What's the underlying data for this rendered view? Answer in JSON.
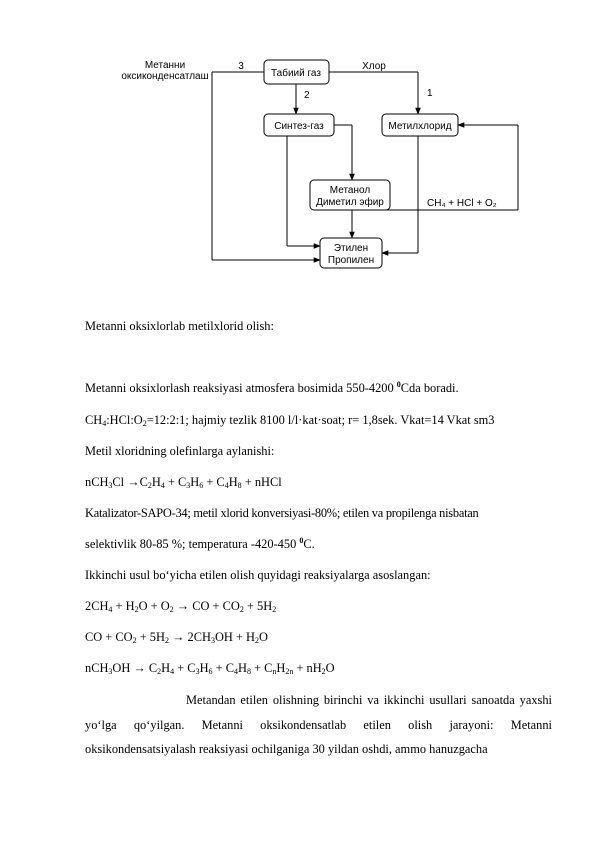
{
  "diagram": {
    "nodes": {
      "natural_gas": "Табиий газ",
      "syngas": "Синтез-газ",
      "methyl_chloride": "Метилхлорид",
      "methanol_1": "Метанол",
      "methanol_2": "Диметил эфир",
      "olefins_1": "Этилен",
      "olefins_2": "Пропилен"
    },
    "labels": {
      "ocm_1": "Метанни",
      "ocm_2": "оксиконденсатлаш",
      "route_3": "3",
      "chlorine": "Хлор",
      "route_2": "2",
      "route_1": "1",
      "recycle": "CH₄ + HCl + O₂"
    }
  },
  "text": {
    "heading": "Metanni oksixlorlab metilxlorid olish:",
    "p1_a": "Metanni oksixlorlash reaksiyasi atmosfera bosimida 550-4200 ",
    "p1_sup": "0",
    "p1_b": "Cda boradi.",
    "p2_a": "CH",
    "p2_s1": "4",
    "p2_b": ":HCl:O",
    "p2_s2": "2",
    "p2_c": "=12:2:1; hajmiy tezlik 8100 l/l·kat·soat; r= 1,8sek. Vkat=14 Vkat sm3",
    "p3": "Metil xloridning olefinlarga aylanishi:",
    "r1_a": "nCH",
    "r1_s1": "3",
    "r1_b": "Cl →C",
    "r1_s2": "2",
    "r1_c": "H",
    "r1_s3": "4",
    "r1_d": " + C",
    "r1_s4": "3",
    "r1_e": "H",
    "r1_s5": "6",
    "r1_f": " + C",
    "r1_s6": "4",
    "r1_g": "H",
    "r1_s7": "8",
    "r1_h": " + nHCl",
    "p4_a": "Katalizator-SAPO-34; metil xlorid konversiyasi-80%; etilen va propilenga nisbatan",
    "p4_b": "selektivlik 80-85 %; temperatura -420-450 ",
    "p4_sup": "0",
    "p4_c": "C.",
    "p5": "Ikkinchi usul bo‘yicha etilen olish quyidagi reaksiyalarga asoslangan:",
    "r2_a": "2CH",
    "r2_s1": "4",
    "r2_b": " + H",
    "r2_s2": "2",
    "r2_c": "O + O",
    "r2_s3": "2",
    "r2_d": " → CO + CO",
    "r2_s4": "2",
    "r2_e": " + 5H",
    "r2_s5": "2",
    "r3_a": "CO + CO",
    "r3_s1": "2",
    "r3_b": " + 5H",
    "r3_s2": "2",
    "r3_c": " → 2CH",
    "r3_s3": "3",
    "r3_d": "OH + H",
    "r3_s4": "2",
    "r3_e": "O",
    "r4_a": "nCH",
    "r4_s1": "3",
    "r4_b": "OH → C",
    "r4_s2": "2",
    "r4_c": "H",
    "r4_s3": "4",
    "r4_d": " + C",
    "r4_s4": "3",
    "r4_e": "H",
    "r4_s5": "6",
    "r4_f": " + C",
    "r4_s6": "4",
    "r4_g": "H",
    "r4_s7": "8",
    "r4_h": " + C",
    "r4_s8": "n",
    "r4_i": "H",
    "r4_s9": "2n",
    "r4_j": " + nH",
    "r4_s10": "2",
    "r4_k": "O",
    "p6": "Metandan etilen olishning birinchi va ikkinchi usullari sanoatda yaxshi yo‘lga qo‘yilgan. Metanni oksikondensatlab etilen olish jarayoni: Metanni oksikondensatsiyalash reaksiyasi ochilganiga 30 yildan oshdi, ammo hanuzgacha"
  }
}
